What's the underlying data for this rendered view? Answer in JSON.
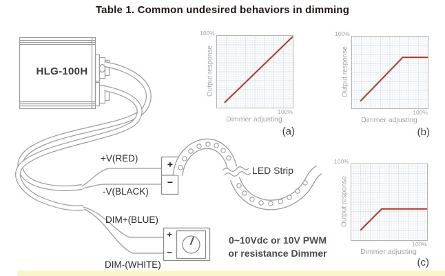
{
  "title": "Table 1. Common undesired behaviors in dimming",
  "device": {
    "model": "HLG-100H"
  },
  "wiring": {
    "labels": {
      "v_plus": "+V(RED)",
      "v_minus": "-V(BLACK)",
      "dim_plus": "DIM+(BLUE)",
      "dim_minus": "DIM-(WHITE)"
    },
    "terminal": {
      "plus": "+",
      "minus": "−"
    },
    "dimmer": {
      "plus": "+",
      "minus": "−",
      "note_line1": "0~10Vdc or 10V PWM",
      "note_line2": "or resistance Dimmer"
    },
    "led_strip": "LED Strip"
  },
  "colors": {
    "chart_line_core": "#8e342c",
    "chart_line_halo": "#f2b4ae",
    "chart_grid_major": "#d9e1e9",
    "chart_grid_minor": "#eef2f6",
    "bottom_band": "#f9f6cb",
    "outline_gray": "#9a9a9a"
  },
  "chart_data": [
    {
      "type": "line",
      "label": "(a)",
      "ylabel": "Output response",
      "xlabel": "Dimmer adjusting",
      "y_max_label": "100%",
      "x_max_label": "100%",
      "xlim": [
        0,
        100
      ],
      "ylim": [
        0,
        100
      ],
      "grid": true,
      "description": "linear response",
      "points": [
        [
          10,
          7
        ],
        [
          100,
          99
        ]
      ]
    },
    {
      "type": "line",
      "label": "(b)",
      "ylabel": "Output response",
      "xlabel": "Dimmer adjusting",
      "y_max_label": "100%",
      "x_max_label": "100%",
      "xlim": [
        0,
        100
      ],
      "ylim": [
        0,
        100
      ],
      "grid": true,
      "description": "output saturates near 70% before dimmer reaches 100%",
      "points": [
        [
          11,
          10
        ],
        [
          67,
          71
        ],
        [
          100,
          71
        ]
      ]
    },
    {
      "type": "line",
      "label": "(c)",
      "ylabel": "Output response",
      "xlabel": "Dimmer adjusting",
      "y_max_label": "100%",
      "x_max_label": "100%",
      "xlim": [
        0,
        100
      ],
      "ylim": [
        0,
        100
      ],
      "grid": true,
      "description": "output saturates near 40% early in dimmer travel",
      "points": [
        [
          12,
          13
        ],
        [
          40,
          41
        ],
        [
          100,
          41
        ]
      ]
    }
  ]
}
